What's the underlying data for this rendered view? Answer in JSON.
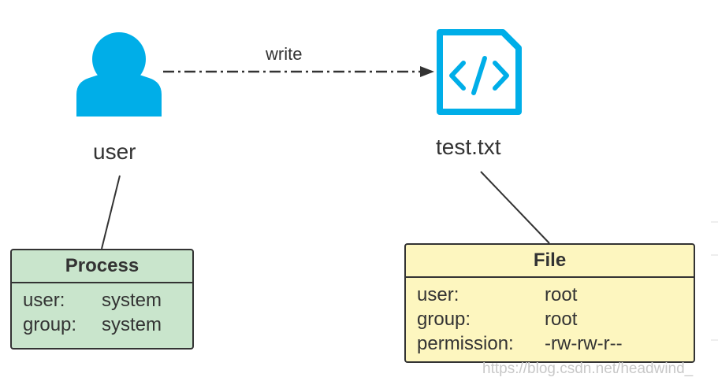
{
  "nodes": {
    "user": {
      "label": "user",
      "icon": "user-icon",
      "color": "#00aee8"
    },
    "file": {
      "label": "test.txt",
      "icon": "code-file-icon",
      "color": "#00aee8"
    }
  },
  "edge": {
    "label": "write"
  },
  "process_box": {
    "title": "Process",
    "fill": "#c9e5cc",
    "rows": [
      {
        "key": "user:",
        "value": "system"
      },
      {
        "key": "group:",
        "value": "system"
      }
    ]
  },
  "file_box": {
    "title": "File",
    "fill": "#fdf6bf",
    "rows": [
      {
        "key": "user:",
        "value": "root"
      },
      {
        "key": "group:",
        "value": "root"
      },
      {
        "key": "permission:",
        "value": "-rw-rw-r--"
      }
    ]
  },
  "watermark": "https://blog.csdn.net/headwind_"
}
